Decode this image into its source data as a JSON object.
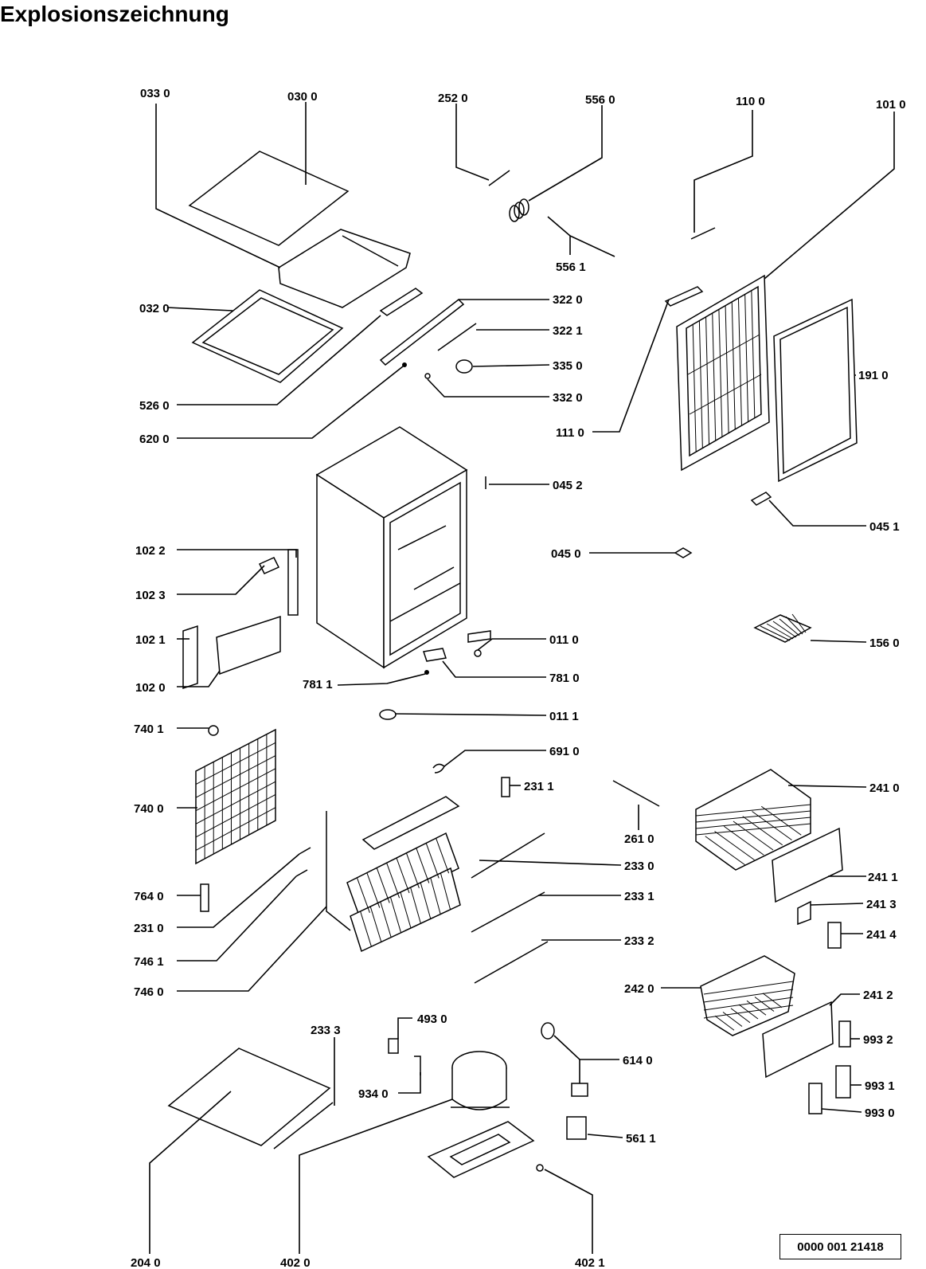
{
  "title": "Explosionszeichnung",
  "reference_number": "0000 001 21418",
  "part_labels": {
    "p0330": "033 0",
    "p0300": "030 0",
    "p2520": "252 0",
    "p5560": "556 0",
    "p1100": "110 0",
    "p1010": "101 0",
    "p5561": "556 1",
    "p0320": "032 0",
    "p3220": "322 0",
    "p3221": "322 1",
    "p3350": "335 0",
    "p1910": "191 0",
    "p3320": "332 0",
    "p5260": "526 0",
    "p1110": "111 0",
    "p6200": "620 0",
    "p0452": "045 2",
    "p0451": "045 1",
    "p1022": "102 2",
    "p0450": "045 0",
    "p1023": "102 3",
    "p0110": "011 0",
    "p1021": "102 1",
    "p1560": "156 0",
    "p1020": "102 0",
    "p7810": "781 0",
    "p7811": "781 1",
    "p0111": "011 1",
    "p7401": "740 1",
    "p6910": "691 0",
    "p2311": "231 1",
    "p2410": "241 0",
    "p7400": "740 0",
    "p2610": "261 0",
    "p2330": "233 0",
    "p2411": "241 1",
    "p7640": "764 0",
    "p2331": "233 1",
    "p2413": "241 3",
    "p2310": "231 0",
    "p2414": "241 4",
    "p7461": "746 1",
    "p2332": "233 2",
    "p7460": "746 0",
    "p2420": "242 0",
    "p2412": "241 2",
    "p4930": "493 0",
    "p2333": "233 3",
    "p6140": "614 0",
    "p9932": "993 2",
    "p9340": "934 0",
    "p9931": "993 1",
    "p9930": "993 0",
    "p5611": "561 1",
    "p2040": "204 0",
    "p4020": "402 0",
    "p4021": "402 1"
  }
}
